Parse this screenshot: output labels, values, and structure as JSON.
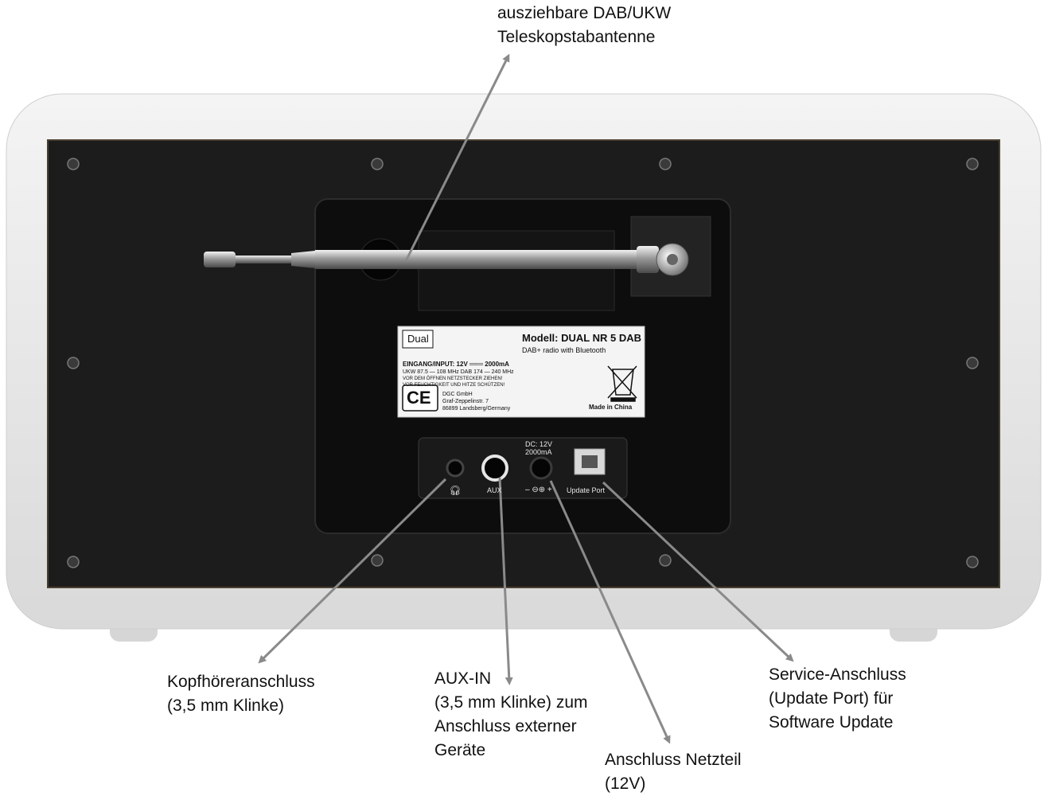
{
  "callouts": {
    "antenna": {
      "line1": "ausziehbare DAB/UKW",
      "line2": "Teleskopstabantenne"
    },
    "headphone": {
      "line1": "Kopfhöreranschluss",
      "line2": "(3,5 mm Klinke)"
    },
    "aux": {
      "line1": "AUX-IN",
      "line2": "(3,5 mm Klinke) zum",
      "line3": "Anschluss externer",
      "line4": "Geräte"
    },
    "power": {
      "line1": "Anschluss Netzteil",
      "line2": "(12V)"
    },
    "service": {
      "line1": "Service-Anschluss",
      "line2": "(Update Port) für",
      "line3": "Software Update"
    }
  },
  "label_plate": {
    "brand": "Dual",
    "model": "Modell: DUAL NR 5 DAB",
    "subtitle": "DAB+ radio with Bluetooth",
    "input": "EINGANG/INPUT: 12V ═══ 2000mA",
    "ukw": "UKW  87.5 — 108 MHz     DAB 174 — 240 MHz",
    "warn1": "VOR DEM ÖFFNEN NETZSTECKER ZIEHEN!",
    "warn2": "VOR FEUCHTIGKEIT UND HITZE SCHÜTZEN!",
    "ce": "CE",
    "company1": "DGC GmbH",
    "company2": "Graf-Zeppelinstr. 7",
    "company3": "86899 Landsberg/Germany",
    "made_in": "Made in China"
  },
  "port_panel": {
    "dc_rating1": "DC: 12V",
    "dc_rating2": "2000mA",
    "aux_label": "AUX",
    "power_symbol": "– ⊖⊕ +",
    "usb_label": "Update Port"
  },
  "colors": {
    "case": "#ebebeb",
    "panel": "#1c1c1c",
    "inner": "#0d0d0d",
    "arrow": "#8a8a8a"
  }
}
